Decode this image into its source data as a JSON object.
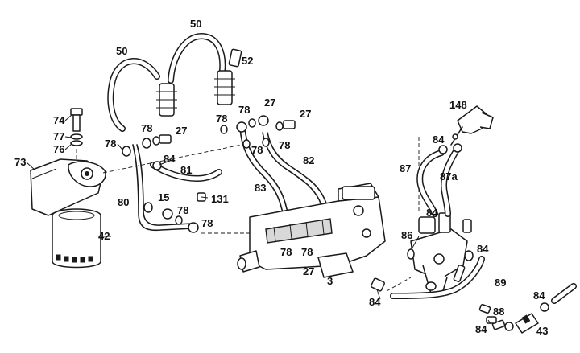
{
  "callouts": {
    "c50a": "50",
    "c50b": "50",
    "c52": "52",
    "c74": "74",
    "c77": "77",
    "c76": "76",
    "c73": "73",
    "c78a": "78",
    "c78b": "78",
    "c27a": "27",
    "c78c": "78",
    "c78d": "78",
    "c27b": "27",
    "c27c": "27",
    "c148": "148",
    "c84a": "84",
    "c78e": "78",
    "c78f": "78",
    "c82": "82",
    "c87": "87",
    "c87a": "87a",
    "c84b": "84",
    "c81": "81",
    "c83": "83",
    "c80": "80",
    "c15": "15",
    "c131": "131",
    "c78g": "78",
    "c78h": "78",
    "c42": "42",
    "c84c": "84",
    "c86": "86",
    "c84d": "84",
    "c78i": "78",
    "c78j": "78",
    "c27d": "27",
    "c3": "3",
    "c89": "89",
    "c84e": "84",
    "c84f": "84",
    "c88": "88",
    "c84g": "84",
    "c43": "43"
  },
  "colors": {
    "ink": "#1a1a1a",
    "paper": "#ffffff",
    "shade": "#d8d8d8"
  }
}
